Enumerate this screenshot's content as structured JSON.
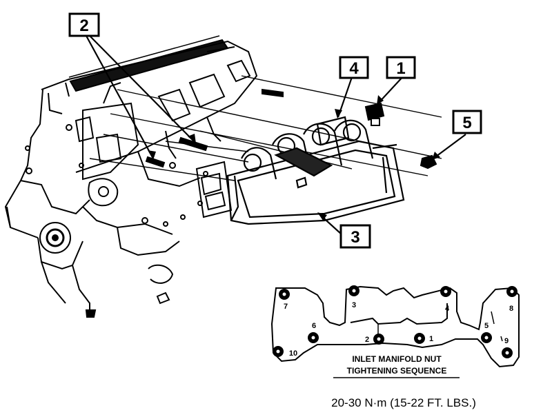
{
  "callouts": {
    "c1": "1",
    "c2": "2",
    "c3": "3",
    "c4": "4",
    "c5": "5"
  },
  "sequence": {
    "n1": "1",
    "n2": "2",
    "n3": "3",
    "n4": "4",
    "n5": "5",
    "n6": "6",
    "n7": "7",
    "n8": "8",
    "n9": "9",
    "n10": "10"
  },
  "caption": {
    "line1": "INLET MANIFOLD NUT",
    "line2": "TIGHTENING SEQUENCE"
  },
  "torque_spec": "20-30 N·m (15-22 FT. LBS.)"
}
